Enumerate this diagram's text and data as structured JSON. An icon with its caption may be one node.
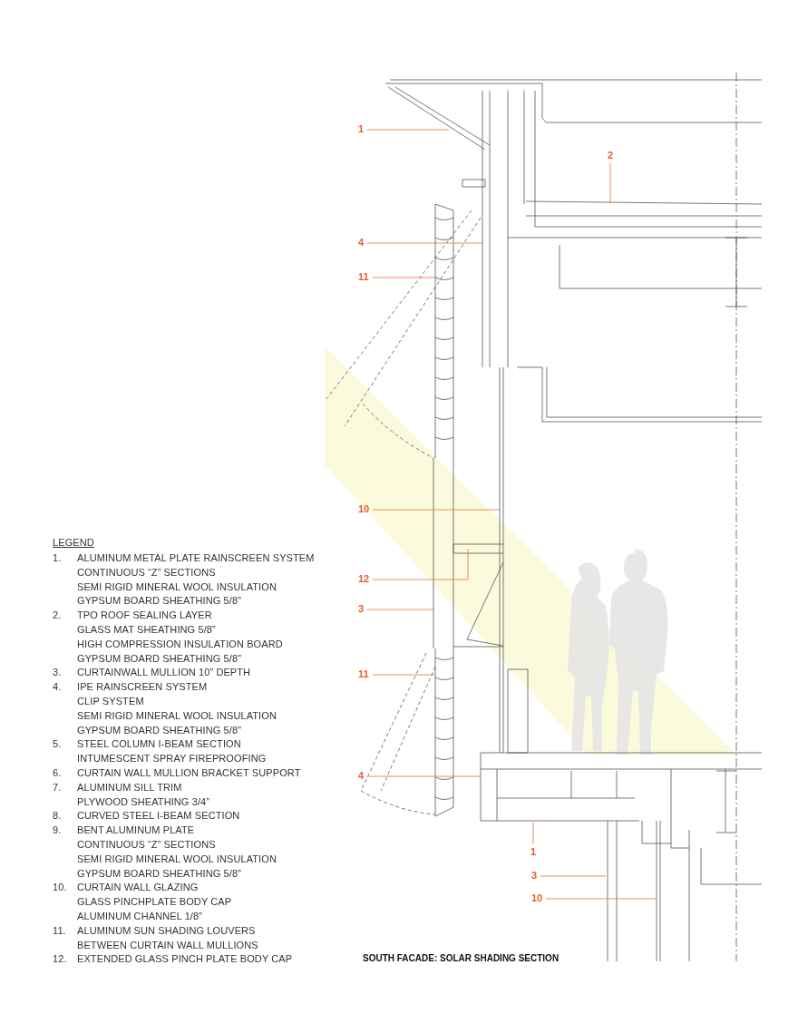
{
  "diagram": {
    "caption": "SOUTH FACADE: SOLAR SHADING SECTION",
    "nodes": [
      {
        "text": [
          "1"
        ]
      },
      {
        "text": [
          "2"
        ]
      },
      {
        "text": [
          "4"
        ]
      },
      {
        "text": [
          "11"
        ]
      },
      {
        "text": [
          "10"
        ]
      },
      {
        "text": [
          "12"
        ]
      },
      {
        "text": [
          "3"
        ]
      },
      {
        "text": [
          "11"
        ]
      },
      {
        "text": [
          "4"
        ]
      },
      {
        "text": [
          "1"
        ]
      },
      {
        "text": [
          "3"
        ]
      },
      {
        "text": [
          "10"
        ]
      }
    ],
    "edges": [
      {
        "from": 0,
        "to": null,
        "arrow": "none"
      },
      {
        "from": 1,
        "to": null,
        "arrow": "none"
      },
      {
        "from": 2,
        "to": null,
        "arrow": "none"
      },
      {
        "from": 3,
        "to": null,
        "arrow": "none"
      },
      {
        "from": 4,
        "to": null,
        "arrow": "none"
      },
      {
        "from": 5,
        "to": null,
        "arrow": "none"
      },
      {
        "from": 6,
        "to": null,
        "arrow": "none"
      },
      {
        "from": 7,
        "to": null,
        "arrow": "none"
      },
      {
        "from": 8,
        "to": null,
        "arrow": "none"
      },
      {
        "from": 9,
        "to": null,
        "arrow": "none"
      },
      {
        "from": 10,
        "to": null,
        "arrow": "none"
      },
      {
        "from": 11,
        "to": null,
        "arrow": "none"
      }
    ],
    "labels": [
      "LEGEND",
      "1.",
      "ALUMINUM METAL PLATE RAINSCREEN SYSTEM",
      "CONTINUOUS “Z” SECTIONS",
      "SEMI RIGID MINERAL WOOL INSULATION",
      "GYPSUM BOARD SHEATHING 5/8”",
      "2.",
      "TPO ROOF SEALING LAYER",
      "GLASS MAT SHEATHING 5/8”",
      "HIGH COMPRESSION INSULATION BOARD",
      "GYPSUM BOARD SHEATHING 5/8”",
      "3.",
      "CURTAINWALL MULLION 10” DEPTH",
      "4.",
      "IPE RAINSCREEN SYSTEM",
      "CLIP SYSTEM",
      "SEMI RIGID MINERAL WOOL INSULATION",
      "GYPSUM BOARD SHEATHING 5/8”",
      "5.",
      "STEEL COLUMN I-BEAM SECTION",
      "INTUMESCENT SPRAY FIREPROOFING",
      "6.",
      "CURTAIN WALL MULLION BRACKET SUPPORT",
      "7.",
      "ALUMINUM SILL TRIM",
      "PLYWOOD SHEATHING 3/4”",
      "8.",
      "CURVED STEEL I-BEAM SECTION",
      "9.",
      "BENT ALUMINUM PLATE",
      "CONTINUOUS “Z” SECTIONS",
      "SEMI RIGID MINERAL WOOL INSULATION",
      "GYPSUM BOARD SHEATHING 5/8”",
      "10.",
      "CURTAIN WALL GLAZING",
      "GLASS PINCHPLATE BODY CAP",
      "ALUMINUM CHANNEL 1/8”",
      "11.",
      "ALUMINUM SUN SHADING LOUVERS",
      "BETWEEN CURTAIN WALL MULLIONS",
      "12.",
      "EXTENDED GLASS PINCH PLATE BODY CAP"
    ]
  }
}
